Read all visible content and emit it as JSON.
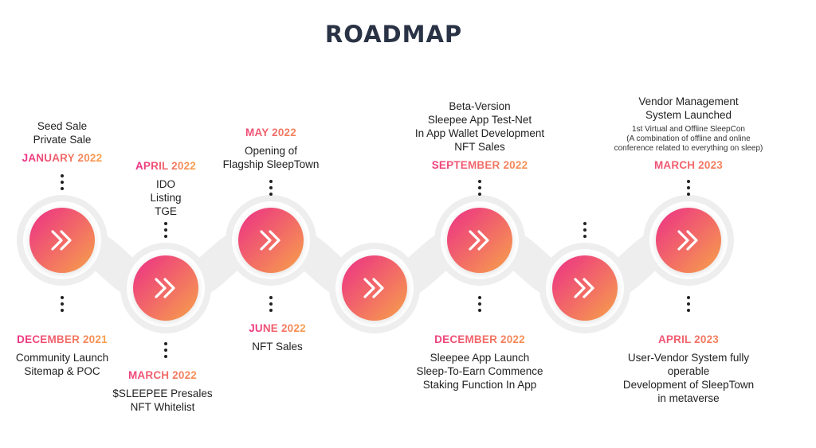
{
  "title": "ROADMAP",
  "colors": {
    "gradient_start": "#ec2f86",
    "gradient_end": "#f7a24a",
    "track": "#eeeeee",
    "title": "#2a3345"
  },
  "node_icon": "double-chevron-right-icon",
  "nodes": [
    {
      "id": "jan-2022",
      "position": "high"
    },
    {
      "id": "mar-2022",
      "position": "low"
    },
    {
      "id": "may-2022",
      "position": "high"
    },
    {
      "id": "jun-2022",
      "position": "low"
    },
    {
      "id": "sep-2022",
      "position": "high"
    },
    {
      "id": "dec-2022",
      "position": "low"
    },
    {
      "id": "mar-2023",
      "position": "high"
    }
  ],
  "milestones": {
    "jan_2022": {
      "date": "JANUARY 2022",
      "lines": [
        "Seed Sale",
        "Private Sale"
      ]
    },
    "dec_2021": {
      "date": "DECEMBER 2021",
      "lines": [
        "Community Launch",
        "Sitemap & POC"
      ]
    },
    "apr_2022": {
      "date": "APRIL 2022",
      "lines": [
        "IDO",
        "Listing",
        "TGE"
      ]
    },
    "mar_2022": {
      "date": "MARCH 2022",
      "lines": [
        "$SLEEPEE Presales",
        "NFT Whitelist"
      ]
    },
    "may_2022": {
      "date": "MAY 2022",
      "lines": [
        "Opening of",
        "Flagship SleepTown"
      ]
    },
    "jun_2022": {
      "date": "JUNE 2022",
      "lines": [
        "NFT Sales"
      ]
    },
    "sep_2022": {
      "date": "SEPTEMBER 2022",
      "lines": [
        "Beta-Version",
        "Sleepee App Test-Net",
        "In App Wallet Development",
        "NFT Sales"
      ]
    },
    "dec_2022": {
      "date": "DECEMBER 2022",
      "lines": [
        "Sleepee App Launch",
        "Sleep-To-Earn Commence",
        "Staking Function In App"
      ]
    },
    "mar_2023": {
      "date": "MARCH 2023",
      "lines": [
        "Vendor Management",
        "System Launched"
      ],
      "small_lines": [
        "1st Virtual and Offline SleepCon",
        "(A combination of offline and online",
        "conference related to everything on sleep)"
      ]
    },
    "apr_2023": {
      "date": "APRIL 2023",
      "lines": [
        "User-Vendor System fully",
        "operable",
        "Development of SleepTown",
        "in metaverse"
      ]
    }
  }
}
